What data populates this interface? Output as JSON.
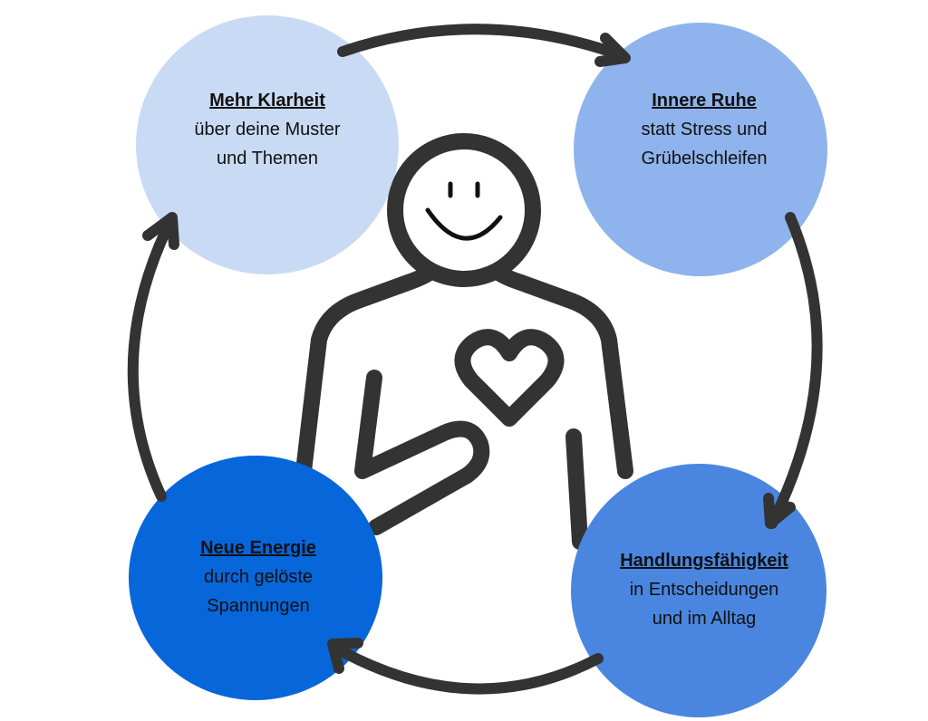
{
  "colors": {
    "clarity": "#c9dbf4",
    "calm": "#8fb3ec",
    "agency": "#4a86e0",
    "energy": "#0766d9",
    "stroke": "#333333"
  },
  "bubbles": {
    "clarity": {
      "title": "Mehr Klarheit",
      "line1": "über deine Muster",
      "line2": "und Themen"
    },
    "calm": {
      "title": "Innere Ruhe",
      "line1": "statt Stress und",
      "line2": "Grübelschleifen"
    },
    "agency": {
      "title": "Handlungsfähigkeit",
      "line1": "in Entscheidungen",
      "line2": "und im Alltag"
    },
    "energy": {
      "title": "Neue Energie",
      "line1": "durch gelöste",
      "line2": "Spannungen"
    }
  }
}
